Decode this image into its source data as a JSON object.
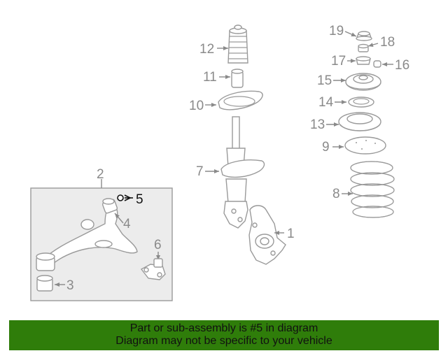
{
  "diagram": {
    "callouts": {
      "c1": "1",
      "c2": "2",
      "c3": "3",
      "c4": "4",
      "c5": "5",
      "c6": "6",
      "c7": "7",
      "c8": "8",
      "c9": "9",
      "c10": "10",
      "c11": "11",
      "c12": "12",
      "c13": "13",
      "c14": "14",
      "c15": "15",
      "c16": "16",
      "c17": "17",
      "c18": "18",
      "c19": "19"
    },
    "highlighted_part": "5"
  },
  "banner": {
    "line1": "Part or sub-assembly is #5 in diagram",
    "line2": "Diagram may not be specific to your vehicle",
    "background": "#2f7d0a"
  }
}
